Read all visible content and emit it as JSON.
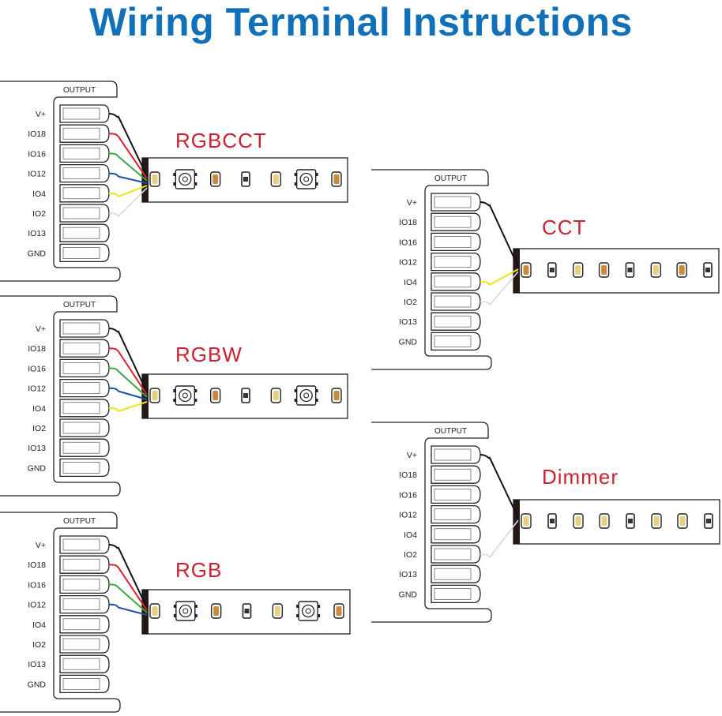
{
  "title": "Wiring Terminal Instructions",
  "output_label": "OUTPUT",
  "pin_labels": [
    "V+",
    "IO18",
    "IO16",
    "IO12",
    "IO4",
    "IO2",
    "IO13",
    "GND"
  ],
  "wire_colors": {
    "V+": "#111111",
    "IO18": "#d9232e",
    "IO16": "#3aa845",
    "IO12": "#1f4fa3",
    "IO4": "#f2e21c",
    "IO2": "#d8d8d8"
  },
  "strip_label_color": "#cc2131",
  "title_color": "#1170b8",
  "panels": [
    {
      "id": "rgbcct",
      "strip_label": "RGBCCT",
      "wired_pins": [
        "V+",
        "IO18",
        "IO16",
        "IO12",
        "IO4",
        "IO2"
      ],
      "leds": [
        "warm",
        "rgb",
        "amber",
        "chip",
        "warm",
        "rgb",
        "amber"
      ]
    },
    {
      "id": "rgbw",
      "strip_label": "RGBW",
      "wired_pins": [
        "V+",
        "IO18",
        "IO16",
        "IO12",
        "IO4"
      ],
      "leds": [
        "warm",
        "rgb",
        "amber",
        "chip",
        "warm",
        "rgb",
        "amber"
      ]
    },
    {
      "id": "rgb",
      "strip_label": "RGB",
      "wired_pins": [
        "V+",
        "IO18",
        "IO16",
        "IO12"
      ],
      "leds": [
        "warm",
        "rgb",
        "amber",
        "chip",
        "warm",
        "rgb",
        "amber"
      ]
    },
    {
      "id": "cct",
      "strip_label": "CCT",
      "wired_pins": [
        "V+",
        "IO4",
        "IO2"
      ],
      "leds": [
        "amber",
        "chip",
        "warm",
        "amber",
        "chip",
        "warm",
        "amber",
        "chip"
      ]
    },
    {
      "id": "dimmer",
      "strip_label": "Dimmer",
      "wired_pins": [
        "V+",
        "IO2"
      ],
      "leds": [
        "warm",
        "chip",
        "warm",
        "warm",
        "chip",
        "warm",
        "warm",
        "chip"
      ]
    }
  ]
}
